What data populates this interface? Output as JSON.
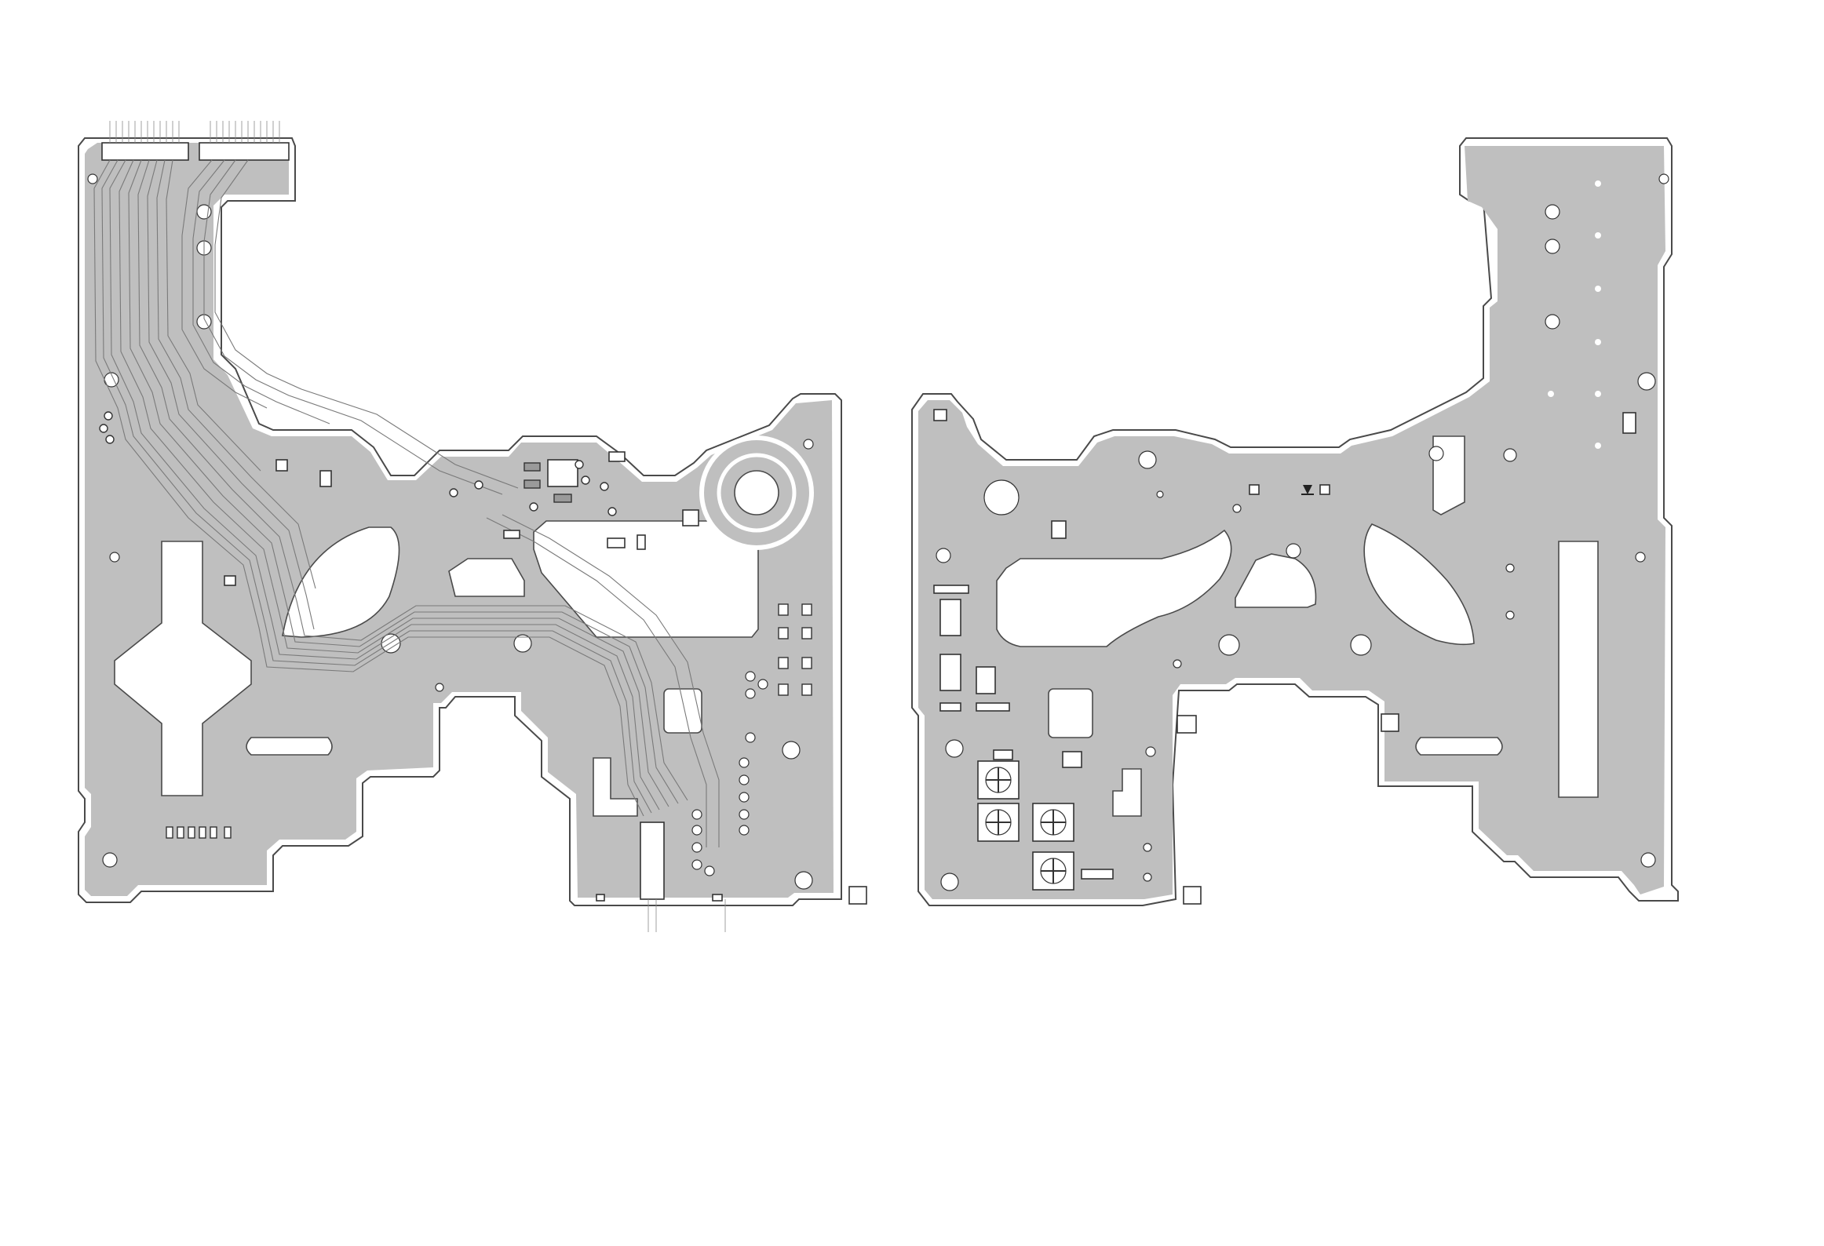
{
  "diagram": {
    "kind": "printed-circuit-board-layout",
    "boards": [
      {
        "name": "left-board",
        "side": "component-side"
      },
      {
        "name": "right-board",
        "side": "solder-side"
      }
    ],
    "colors": {
      "copper": "#bfbfbf",
      "outline": "#4a4a4a",
      "background": "#ffffff"
    }
  }
}
